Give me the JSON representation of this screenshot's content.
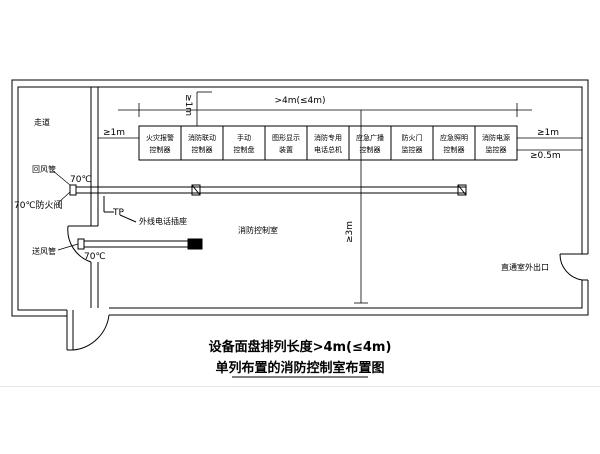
{
  "rooms": {
    "corridor": "走道",
    "control_room": "消防控制室",
    "exit": "直通室外出口"
  },
  "labels": {
    "return_duct": "回风管",
    "temp_top": "70℃",
    "fire_damper": "70℃防火阀",
    "tp": "TP",
    "phone_socket": "外线电话插座",
    "supply_duct": "送风管",
    "temp_bottom": "70℃"
  },
  "dimensions": {
    "row_length": ">4m(≤4m)",
    "front_clearance": "≥3m",
    "left_gap": "≥1m",
    "right_gap": "≥1m",
    "rear_gap": "≥0.5m",
    "wall_gap": "≥1m"
  },
  "panels": [
    {
      "line1": "火灾报警",
      "line2": "控制器"
    },
    {
      "line1": "消防联动",
      "line2": "控制器"
    },
    {
      "line1": "手动",
      "line2": "控制盘"
    },
    {
      "line1": "图形显示",
      "line2": "装置"
    },
    {
      "line1": "消防专用",
      "line2": "电话总机"
    },
    {
      "line1": "应急广播",
      "line2": "控制器"
    },
    {
      "line1": "防火门",
      "line2": "监控器"
    },
    {
      "line1": "应急照明",
      "line2": "控制器"
    },
    {
      "line1": "消防电源",
      "line2": "监控器"
    }
  ],
  "caption": {
    "line1": "设备面盘排列长度>4m(≤4m)",
    "line2": "单列布置的消防控制室布置图"
  }
}
